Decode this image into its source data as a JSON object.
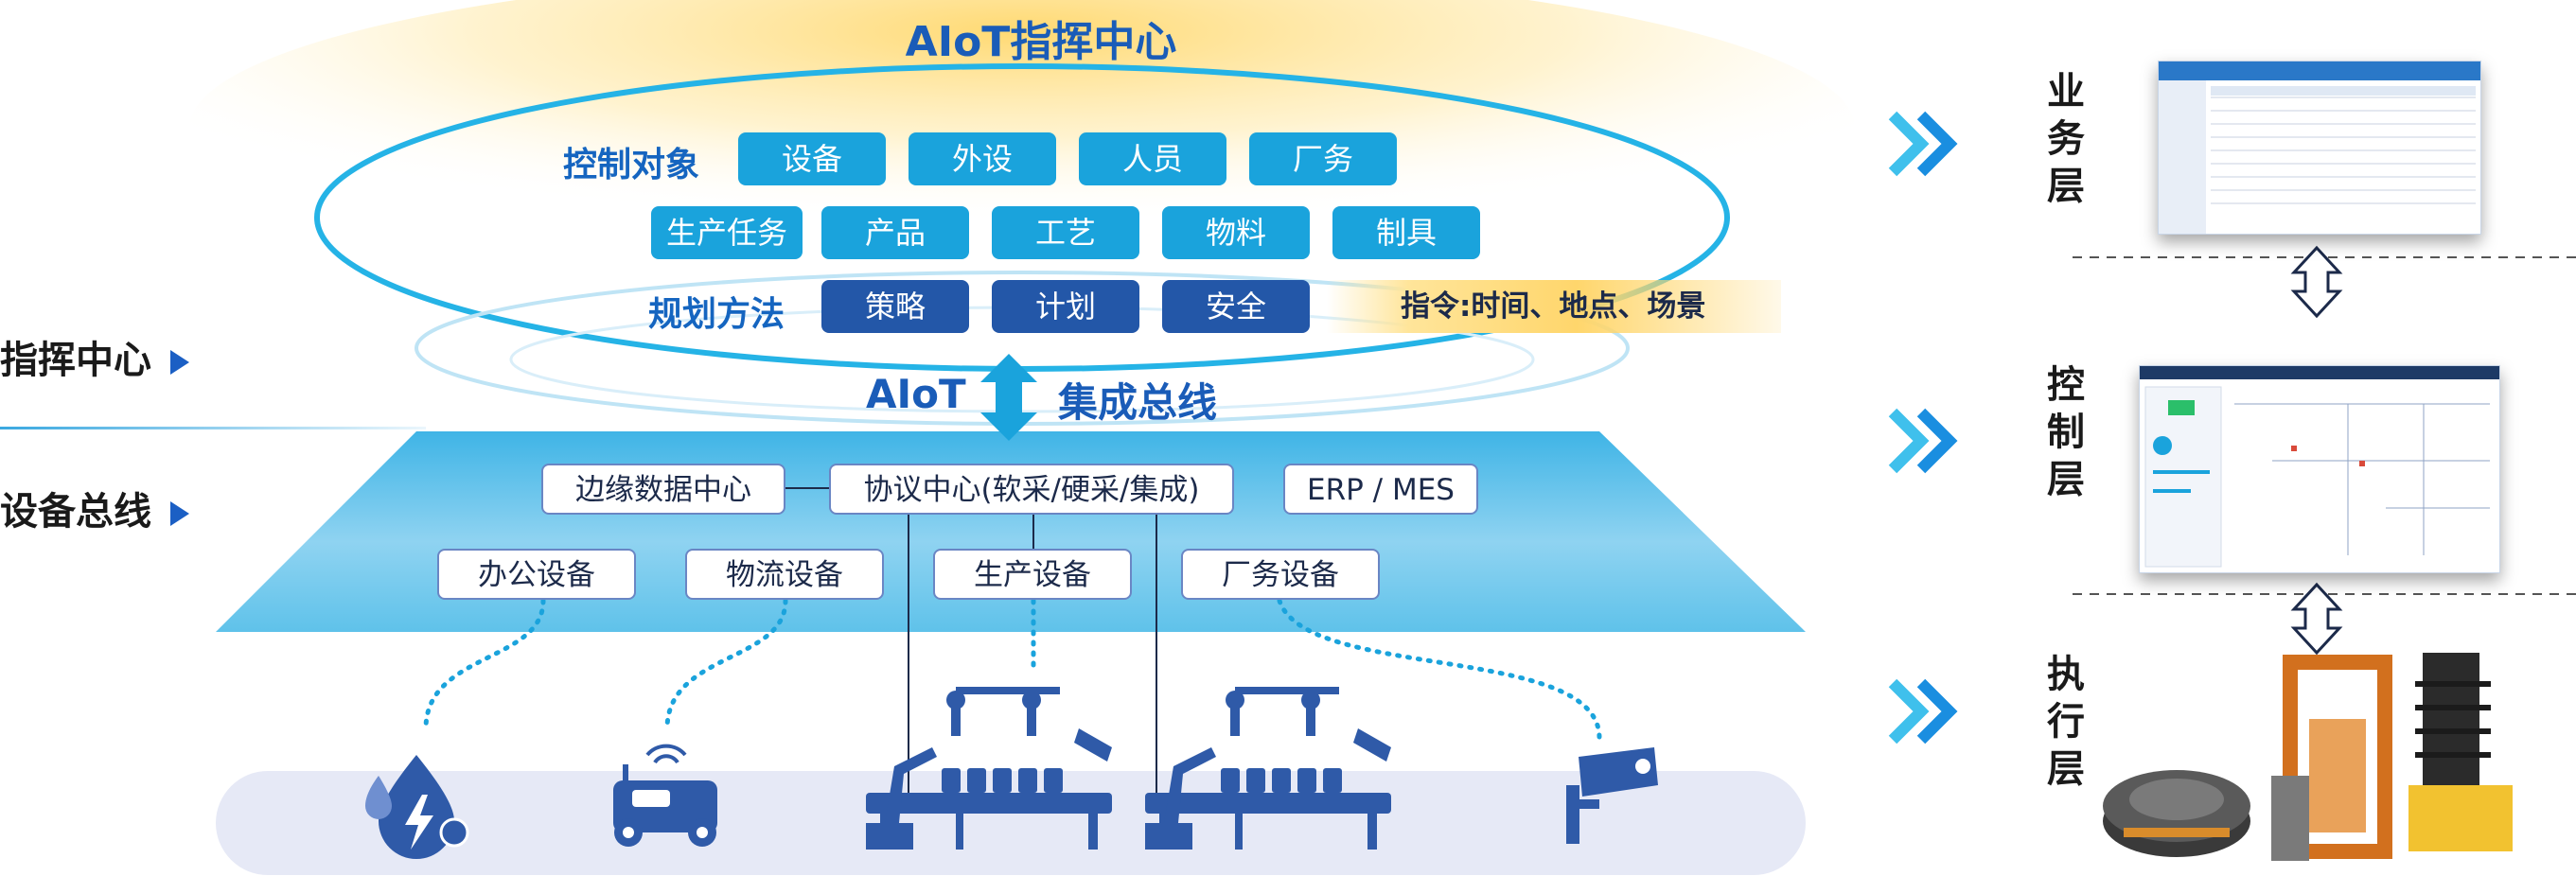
{
  "title": "AIoT指挥中心",
  "control_objects_label": "控制对象",
  "planning_label": "规划方法",
  "chips_row1": [
    "设备",
    "外设",
    "人员",
    "厂务"
  ],
  "chips_row2": [
    "生产任务",
    "产品",
    "工艺",
    "物料",
    "制具"
  ],
  "chips_row3": [
    "策略",
    "计划",
    "安全"
  ],
  "instruction": "指令:时间、地点、场景",
  "bus": {
    "left": "AIoT",
    "right": "集成总线"
  },
  "side_labels": {
    "command_center": "指挥中心",
    "device_bus": "设备总线"
  },
  "bus_boxes_top": [
    "边缘数据中心",
    "协议中心(软采/硬采/集成)",
    "ERP / MES"
  ],
  "bus_boxes_bottom": [
    "办公设备",
    "物流设备",
    "生产设备",
    "厂务设备"
  ],
  "layers": {
    "business": "业务层",
    "control": "控制层",
    "execution": "执行层"
  },
  "icons": [
    "energy-icon",
    "agv-robot-icon",
    "assembly-line-icon",
    "assembly-line-icon",
    "surveillance-camera-icon",
    "forklift-robot-icon"
  ],
  "colors": {
    "primary": "#1a5cb8",
    "light_chip": "#1aa3dc",
    "dark_chip": "#2357a8",
    "platform": "#56bde6",
    "gold": "#ffd66c"
  }
}
